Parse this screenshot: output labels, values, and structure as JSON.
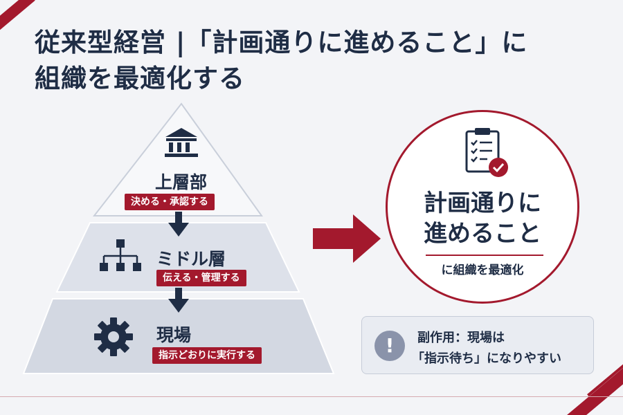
{
  "title": {
    "line1": "従来型経営 |「計画通りに進めること」に",
    "line2": "組織を最適化する"
  },
  "pyramid": {
    "tiers": [
      {
        "label": "上層部",
        "tag": "決める・承認する",
        "icon": "institution-icon"
      },
      {
        "label": "ミドル層",
        "tag": "伝える・管理する",
        "icon": "org-chart-icon"
      },
      {
        "label": "現場",
        "tag": "指示どおりに実行する",
        "icon": "gear-icon"
      }
    ]
  },
  "result": {
    "icon": "clipboard-check-icon",
    "main_line1": "計画通りに",
    "main_line2": "進めること",
    "sub": "に組織を最適化"
  },
  "side_effect": {
    "icon": "exclamation-icon",
    "icon_glyph": "!",
    "line1": "副作用：現場は",
    "line2": "「指示待ち」になりやすい"
  },
  "colors": {
    "accent": "#a3192d",
    "navy": "#1f2d45",
    "tier_top": "#f5f6f9",
    "tier_mid": "#dde1ea",
    "tier_bottom": "#d3d8e2"
  }
}
